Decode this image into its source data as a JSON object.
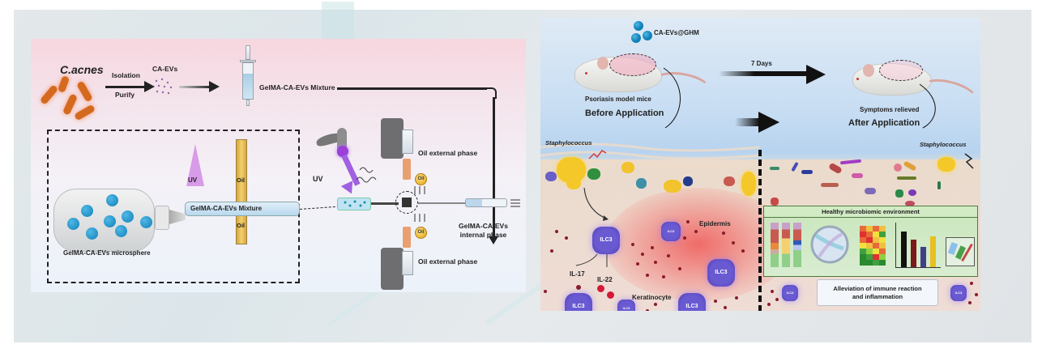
{
  "left_panel": {
    "organism_label": "C.acnes",
    "step_isolation": "Isolation",
    "step_purify": "Purify",
    "vesicles_label": "CA-EVs",
    "mixture_label": "GelMA-CA-EVs Mixture",
    "microsphere_label": "GelMA-CA-EVs microsphere",
    "chip_mixture_label": "GelMA-CA-EVs Mixture",
    "uv_cone_label": "UV",
    "uv_lamp_label": "UV",
    "oil_top_label": "Oil",
    "oil_bottom_label": "Oil",
    "oil_coin_top": "Oil",
    "oil_coin_bottom": "Oil",
    "oil_external_top": "Oil external phase",
    "oil_external_bottom": "Oil external phase",
    "internal_phase_line1": "GelMA-CA-EVs",
    "internal_phase_line2": "internal phase"
  },
  "right_panel": {
    "treatment_label": "CA-EVs@GHM",
    "duration_label": "7 Days",
    "model_label": "Psoriasis model mice",
    "before_label": "Before Application",
    "relieved_label": "Symptoms relieved",
    "after_label": "After Application",
    "staph_left": "Staphylococcus",
    "staph_right": "Staphylococcus",
    "epidermis_label": "Epidermis",
    "keratinocyte_label": "Keratinocyte",
    "il17_label": "IL-17",
    "il22_label": "IL-22",
    "ilc3_label": "ILC3",
    "healthy_title": "Healthy microbiomic environment",
    "alleviation_line1": "Alleviation of immune reaction",
    "alleviation_line2": "and inflammation"
  },
  "colors": {
    "left_panel_top": "#f7d6df",
    "right_panel_sky": "#b7d3ef",
    "ilc3": "#6a5ad2",
    "cytokine": "#d21a36",
    "bacteria": "#d46a1f",
    "bead": "#1180b8",
    "healthy_box": "#c9e6bc"
  }
}
